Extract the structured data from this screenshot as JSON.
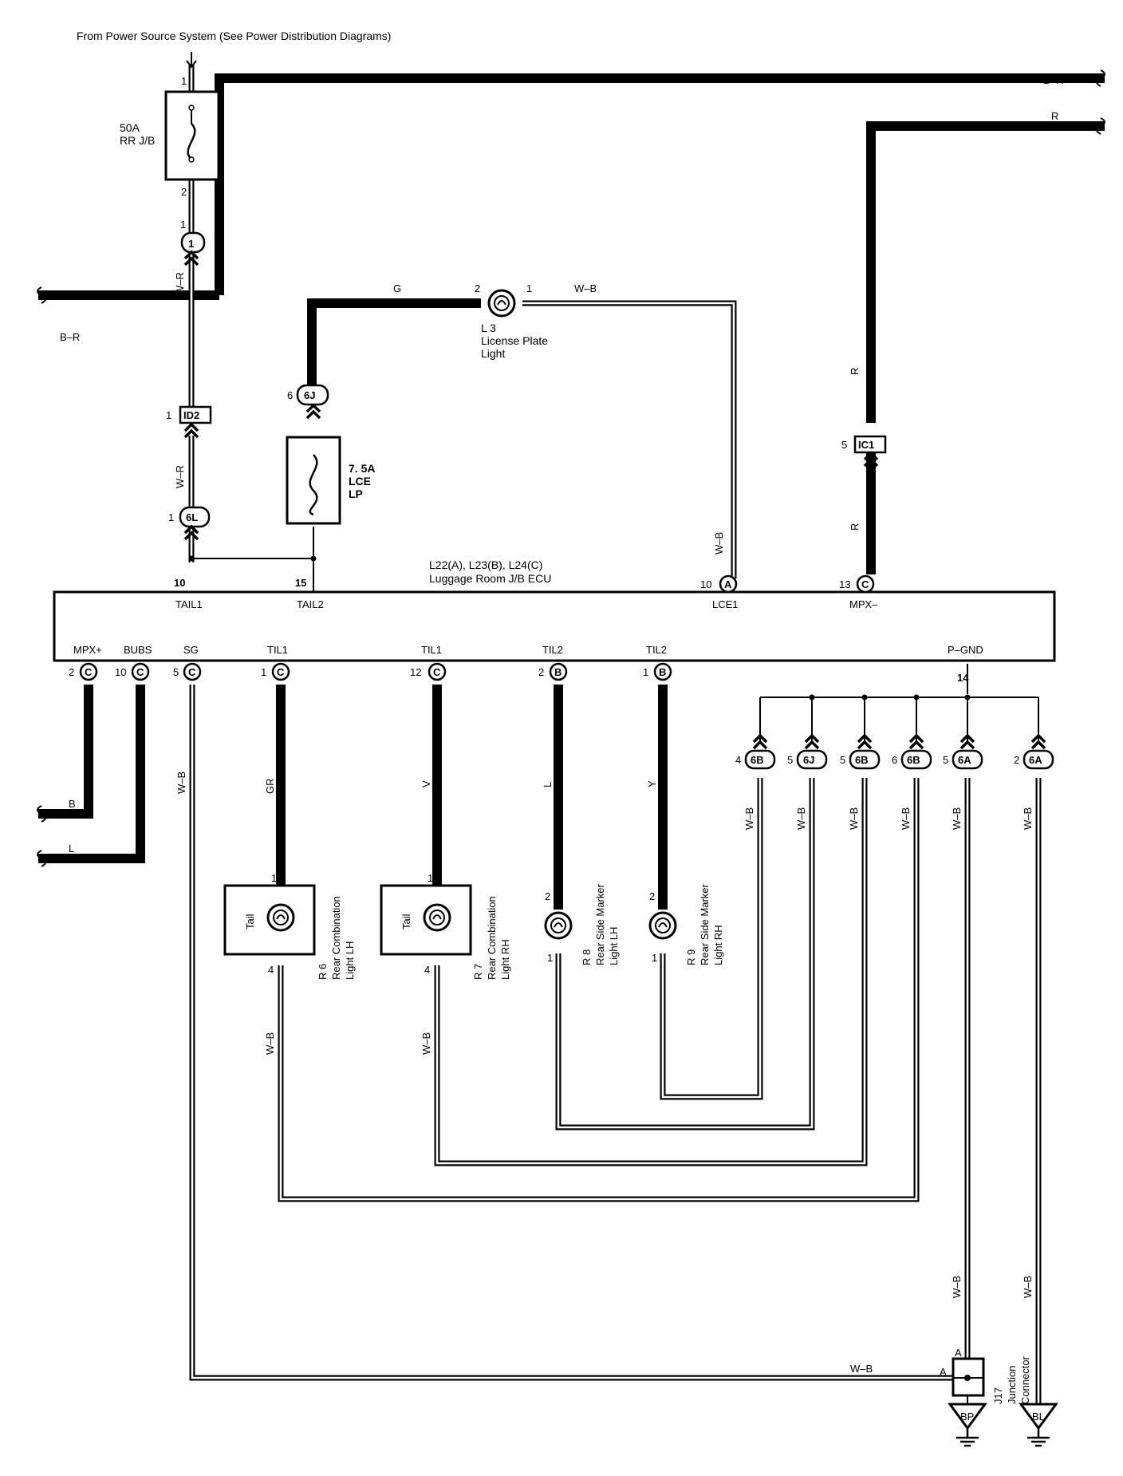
{
  "header": {
    "power_source": "From Power Source System (See Power Distribution Diagrams)"
  },
  "fuse_main": {
    "rating": "50A",
    "location": "RR J/B",
    "pin_in": "1",
    "pin_out": "2"
  },
  "fuse_lce": {
    "rating": "7. 5A",
    "line2": "LCE",
    "line3": "LP"
  },
  "wires": {
    "br_top": "B–R",
    "r_top": "R",
    "br_left": "B–R",
    "wr_upper": "W–R",
    "wr_lower": "W–R",
    "g": "G",
    "wb": "W–B",
    "r_a": "R",
    "r_b": "R",
    "b": "B",
    "l": "L",
    "wb_sg": "W–B",
    "gr": "GR",
    "v": "V",
    "l2": "L",
    "y": "Y",
    "wb_r6": "W–B",
    "wb_r7": "W–B",
    "wb_g1": "W–B",
    "wb_g2": "W–B",
    "wb_g3": "W–B",
    "wb_g4": "W–B",
    "wb_g5": "W–B",
    "wb_g6": "W–B",
    "wb_j17": "W–B",
    "wb_bl": "W–B",
    "wb_bottom": "W–B"
  },
  "connectors": {
    "c1": "1",
    "id2": "ID2",
    "sixl": "6L",
    "sixj": "6J",
    "ic1": "IC1",
    "sixb": "6B",
    "sixa": "6A",
    "a": "A",
    "b": "B",
    "c": "C"
  },
  "pins": {
    "c1": "1",
    "id2": "1",
    "sixl": "1",
    "sixj": "6",
    "ic1": "5",
    "tail1": "10",
    "tail2": "15",
    "lce1": "10",
    "mpx_minus": "13",
    "mpx_plus": "2",
    "bubs": "10",
    "sg": "5",
    "til1_a": "1",
    "til1_b": "12",
    "til2_a": "2",
    "til2_b": "1",
    "pgnd": "14",
    "g1": "4",
    "g2": "5",
    "g3": "5",
    "g4": "6",
    "g5": "5",
    "g6": "2",
    "l3_left": "2",
    "l3_right": "1",
    "r6_top": "1",
    "r6_bot": "4",
    "r7_top": "1",
    "r7_bot": "4",
    "r8_top": "2",
    "r8_bot": "1",
    "r9_top": "2",
    "r9_bot": "1",
    "j17_top": "A",
    "j17_left": "A"
  },
  "ecu": {
    "ref": "L22(A), L23(B), L24(C)",
    "name": "Luggage Room J/B ECU",
    "tail1": "TAIL1",
    "tail2": "TAIL2",
    "lce1": "LCE1",
    "mpx_minus": "MPX–",
    "mpx_plus": "MPX+",
    "bubs": "BUBS",
    "sg": "SG",
    "til1_a": "TIL1",
    "til1_b": "TIL1",
    "til2_a": "TIL2",
    "til2_b": "TIL2",
    "pgnd": "P–GND"
  },
  "l3": {
    "ref": "L 3",
    "line1": "License Plate",
    "line2": "Light"
  },
  "r6": {
    "ref": "R 6",
    "line1": "Rear Combination",
    "line2": "Light LH",
    "tag": "Tail"
  },
  "r7": {
    "ref": "R 7",
    "line1": "Rear Combination",
    "line2": "Light RH",
    "tag": "Tail"
  },
  "r8": {
    "ref": "R 8",
    "line1": "Rear Side Marker",
    "line2": "Light LH"
  },
  "r9": {
    "ref": "R 9",
    "line1": "Rear Side Marker",
    "line2": "Light RH"
  },
  "j17": {
    "ref": "J17",
    "line1": "Junction",
    "line2": "Connector"
  },
  "grounds": {
    "bp": "BP",
    "bl": "BL"
  }
}
